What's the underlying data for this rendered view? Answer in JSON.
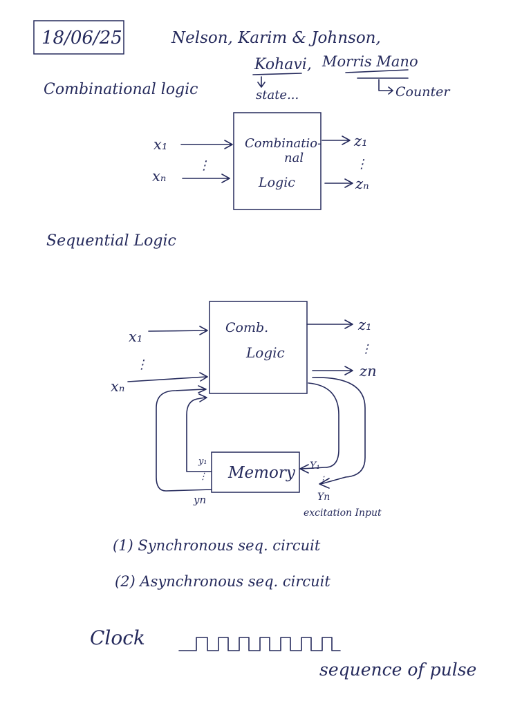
{
  "ink_color": "#252a5c",
  "header": {
    "date": "18/06/25",
    "authors_line1": "Nelson, Karim & Johnson,",
    "authors_line2_a": "Kohavi,",
    "authors_line2_b": "Morris Mano",
    "kohavi_note": "state...",
    "mano_note": "Counter"
  },
  "combinational": {
    "heading": "Combinational logic",
    "block_line1": "Combinatio-",
    "block_line2": "nal",
    "block_line3": "Logic",
    "input_first": "x₁",
    "input_last": "xₙ",
    "output_first": "z₁",
    "output_last": "zₙ",
    "vertical_ellipsis": "⋮"
  },
  "sequential": {
    "heading": "Sequential Logic",
    "block_line1": "Comb.",
    "block_line2": "Logic",
    "memory_label": "Memory",
    "input_first": "x₁",
    "input_last": "xₙ",
    "output_first": "z₁",
    "output_last": "zn",
    "state_first": "y₁",
    "state_last": "yn",
    "excitation_first": "Y₁",
    "excitation_last": "Yn",
    "excitation_label": "excitation Input",
    "vertical_ellipsis": "⋮"
  },
  "types": [
    "(1) Synchronous seq. circuit",
    "(2) Asynchronous seq. circuit"
  ],
  "clock": {
    "label": "Clock",
    "caption": "sequence of pulse"
  }
}
